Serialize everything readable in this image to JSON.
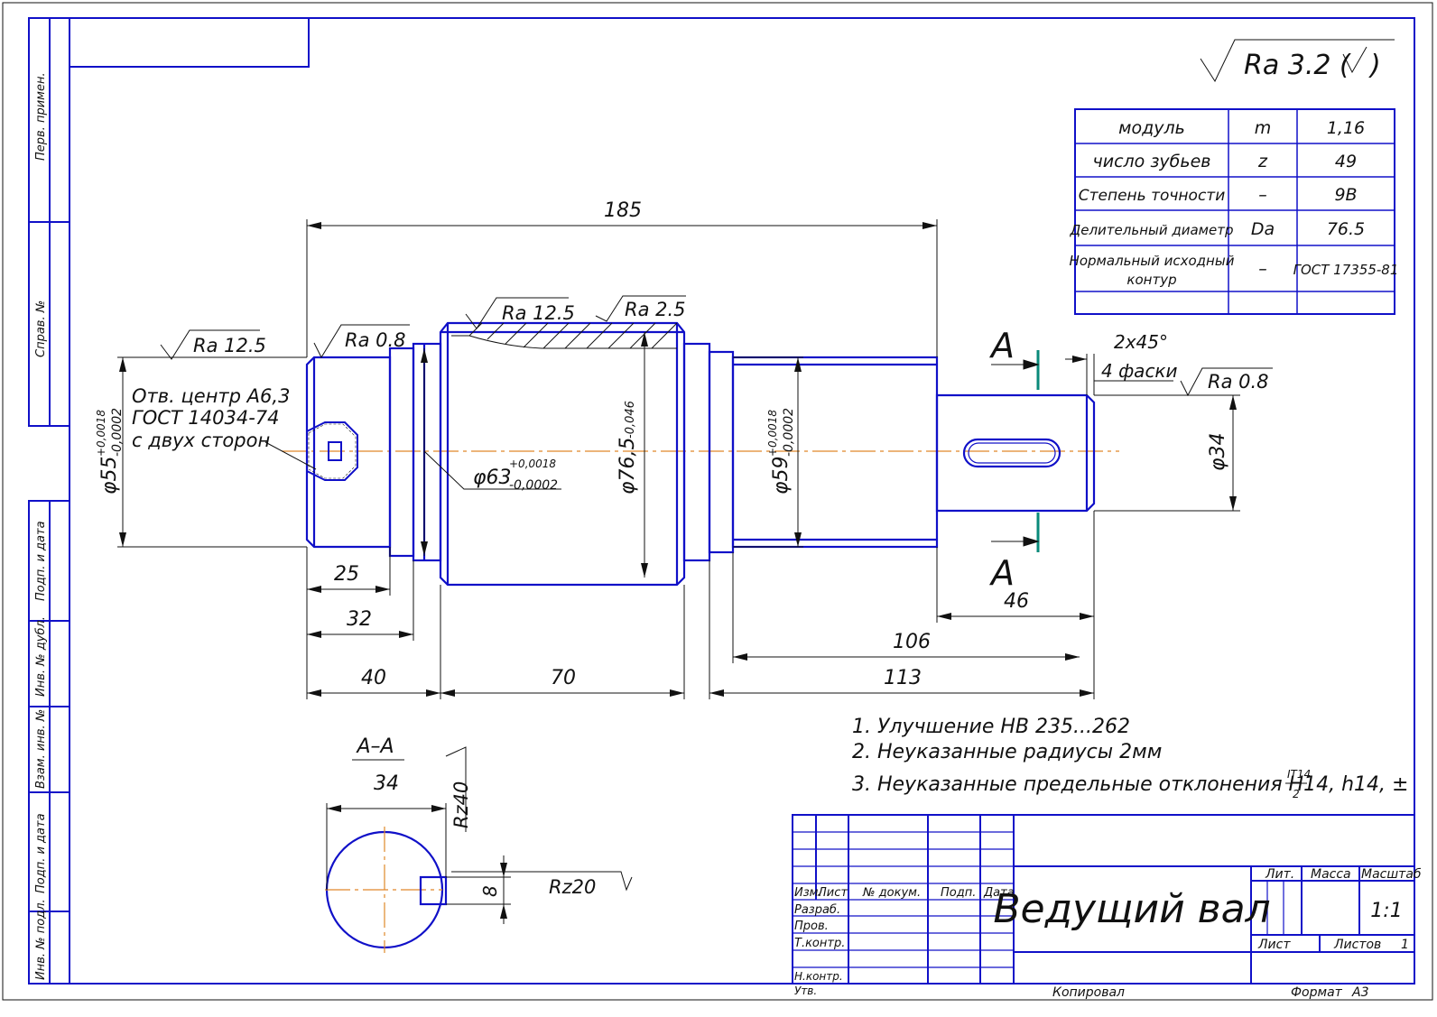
{
  "roughness_general": "Ra 3.2 (",
  "roughness_general_close": ")",
  "gear_table": [
    {
      "name": "модуль",
      "symbol": "m",
      "value": "1,16"
    },
    {
      "name": "число зубьев",
      "symbol": "z",
      "value": "49"
    },
    {
      "name": "Степень точности",
      "symbol": "–",
      "value": "9B"
    },
    {
      "name": "Делительный диаметр",
      "symbol": "Da",
      "value": "76.5"
    },
    {
      "name": "Нормальный исходный контур",
      "name_line1": "Нормальный исходный",
      "name_line2": "контур",
      "symbol": "–",
      "value": "ГОСТ 17355-81"
    }
  ],
  "dimensions": {
    "overall": "185",
    "d25": "25",
    "d32": "32",
    "d40": "40",
    "d70": "70",
    "d106": "106",
    "d113": "113",
    "d46": "46",
    "dia55": "φ55",
    "dia55_up": "+0,0018",
    "dia55_lo": "-0,0002",
    "dia63": "φ63",
    "dia63_up": "+0,0018",
    "dia63_lo": "-0,0002",
    "dia765": "φ76,5",
    "dia765_tol": "-0,046",
    "dia59": "φ59",
    "dia59_up": "+0,0018",
    "dia59_lo": "-0,0002",
    "dia34": "φ34",
    "chamfer": "2x45°",
    "chamfer_note": "4 фаски",
    "key_depth": "8",
    "key_width": "34"
  },
  "roughness_marks": {
    "left_end": "Ra 12.5",
    "journal_left": "Ra 0.8",
    "gear_top": "Ra 12.5",
    "gear_teeth": "Ra 2.5",
    "right_end": "Ra 0.8",
    "key_side": "Rz40",
    "key_bottom": "Rz20"
  },
  "center_hole_note": [
    "Отв. центр А6,3",
    "ГОСТ 14034-74",
    "с двух сторон"
  ],
  "section_labels": {
    "top": "A",
    "bottom": "A",
    "view": "А–А"
  },
  "notes": [
    "1. Улучшение НВ 235...262",
    "2. Неуказанные радиусы 2мм",
    "3. Неуказанные предельные отклонения H14, h14, ±"
  ],
  "note3_fraction": {
    "num": "IT14",
    "den": "2"
  },
  "side_stamps": [
    "Перв. примен.",
    "Справ. №",
    "Подп. и дата",
    "Инв. № дубл.",
    "Взам. инв. №",
    "Подп. и дата",
    "Инв. № подл."
  ],
  "title_block": {
    "title": "Ведущий вал",
    "col_headers": [
      "Изм.",
      "Лист",
      "№ докум.",
      "Подп.",
      "Дата"
    ],
    "roles": [
      "Разраб.",
      "Пров.",
      "Т.контр.",
      "Н.контр.",
      "Утв."
    ],
    "lit": "Лит.",
    "mass": "Масса",
    "scale": "Масштаб",
    "scale_value": "1:1",
    "sheet": "Лист",
    "sheets": "Листов",
    "sheets_value": "1",
    "copied": "Копировал",
    "format": "Формат",
    "format_value": "А3"
  }
}
